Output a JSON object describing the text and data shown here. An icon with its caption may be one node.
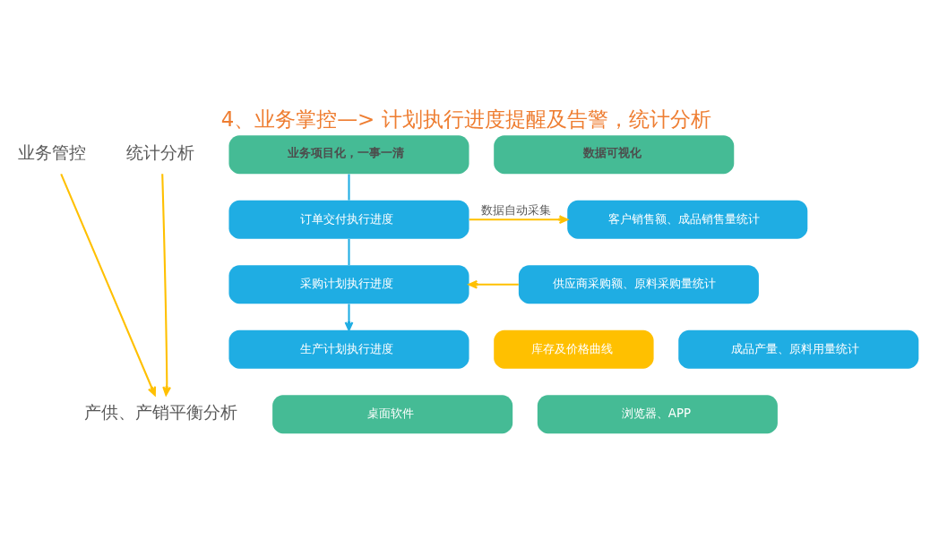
{
  "diagram": {
    "title": "4、业务掌控—> 计划执行进度提醒及告警，统计分析",
    "nodes": [
      {
        "text": [
          "业务管控"
        ]
      },
      {
        "text": [
          "统计分析"
        ]
      },
      {
        "text": [
          "业务项目化，一事一清"
        ]
      },
      {
        "text": [
          "数据可视化"
        ]
      },
      {
        "text": [
          "订单交付执行进度"
        ]
      },
      {
        "text": [
          "客户销售额、成品销售量统计"
        ]
      },
      {
        "text": [
          "采购计划执行进度"
        ]
      },
      {
        "text": [
          "供应商采购额、原料采购量统计"
        ]
      },
      {
        "text": [
          "生产计划执行进度"
        ]
      },
      {
        "text": [
          "库存及价格曲线"
        ]
      },
      {
        "text": [
          "成品产量、原料用量统计"
        ]
      },
      {
        "text": [
          "产供、产销平衡分析"
        ]
      },
      {
        "text": [
          "桌面软件"
        ]
      },
      {
        "text": [
          "浏览器、APP"
        ]
      }
    ],
    "edges": [
      {
        "from": 2,
        "to": 4,
        "arrow": "none",
        "color": "#1fade3"
      },
      {
        "from": 4,
        "to": 6,
        "arrow": "none",
        "color": "#1fade3"
      },
      {
        "from": 6,
        "to": 8,
        "arrow": "to",
        "color": "#1fade3"
      },
      {
        "from": 4,
        "to": 5,
        "arrow": "to",
        "label": "数据自动采集"
      },
      {
        "from": 7,
        "to": 6,
        "arrow": "to"
      },
      {
        "from": 0,
        "to": 11,
        "arrow": "to"
      },
      {
        "from": 1,
        "to": 11,
        "arrow": "to"
      }
    ]
  }
}
